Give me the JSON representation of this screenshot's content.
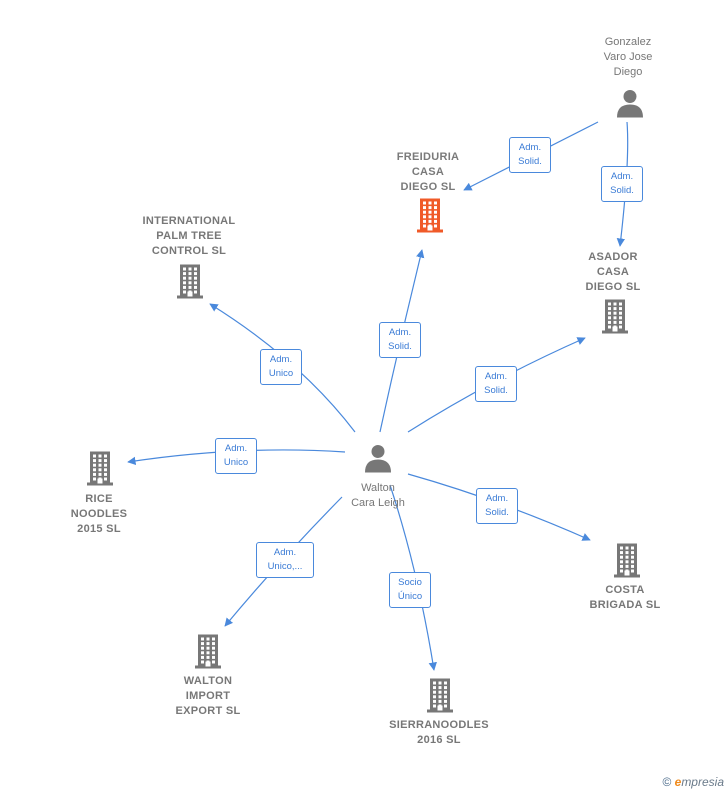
{
  "colors": {
    "edge": "#4a89dc",
    "company": "#777777",
    "highlight": "#f05a28",
    "person": "#777777"
  },
  "nodes": {
    "center": {
      "type": "person",
      "lines": [
        "Walton",
        "Cara Leigh"
      ]
    },
    "gonzalez": {
      "type": "person",
      "lines": [
        "Gonzalez",
        "Varo Jose",
        "Diego"
      ]
    },
    "freiduria": {
      "type": "company-highlight",
      "lines": [
        "FREIDURIA",
        "CASA",
        "DIEGO  SL"
      ]
    },
    "international": {
      "type": "company",
      "lines": [
        "INTERNATIONAL",
        "PALM TREE",
        "CONTROL  SL"
      ]
    },
    "asador": {
      "type": "company",
      "lines": [
        "ASADOR",
        "CASA",
        "DIEGO  SL"
      ]
    },
    "rice": {
      "type": "company",
      "lines": [
        "RICE",
        "NOODLES",
        "2015  SL"
      ]
    },
    "costa": {
      "type": "company",
      "lines": [
        "COSTA",
        "BRIGADA  SL"
      ]
    },
    "walton_import": {
      "type": "company",
      "lines": [
        "WALTON",
        "IMPORT",
        "EXPORT  SL"
      ]
    },
    "sierranoodles": {
      "type": "company",
      "lines": [
        "SIERRANOODLES",
        "2016  SL"
      ]
    }
  },
  "edges": [
    {
      "from": "gonzalez",
      "to": "freiduria",
      "label": [
        "Adm.",
        "Solid."
      ]
    },
    {
      "from": "gonzalez",
      "to": "asador",
      "label": [
        "Adm.",
        "Solid."
      ]
    },
    {
      "from": "center",
      "to": "freiduria",
      "label": [
        "Adm.",
        "Solid."
      ]
    },
    {
      "from": "center",
      "to": "international",
      "label": [
        "Adm.",
        "Unico"
      ]
    },
    {
      "from": "center",
      "to": "asador",
      "label": [
        "Adm.",
        "Solid."
      ]
    },
    {
      "from": "center",
      "to": "rice",
      "label": [
        "Adm.",
        "Unico"
      ]
    },
    {
      "from": "center",
      "to": "costa",
      "label": [
        "Adm.",
        "Solid."
      ]
    },
    {
      "from": "center",
      "to": "walton_import",
      "label": [
        "Adm.",
        "Unico,..."
      ]
    },
    {
      "from": "center",
      "to": "sierranoodles",
      "label": [
        "Socio",
        "Único"
      ]
    }
  ],
  "footer": {
    "copyright": "©",
    "brand_first": "e",
    "brand_rest": "mpresia"
  }
}
